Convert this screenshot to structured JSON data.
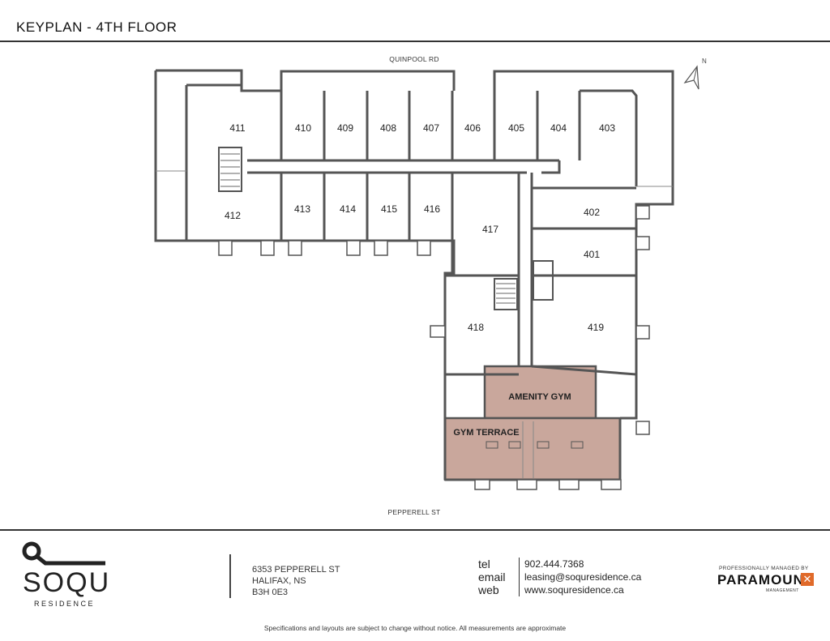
{
  "header": {
    "title": "KEYPLAN - 4TH FLOOR"
  },
  "plan": {
    "streets": {
      "north": "QUINPOOL RD",
      "south": "PEPPERELL ST"
    },
    "units": [
      "411",
      "410",
      "409",
      "408",
      "407",
      "406",
      "405",
      "404",
      "403",
      "412",
      "413",
      "414",
      "415",
      "416",
      "417",
      "402",
      "401",
      "418",
      "419"
    ],
    "amenities": {
      "gym": "AMENITY GYM",
      "terrace": "GYM TERRACE"
    },
    "highlight_color": "#c9a79c",
    "compass": "N"
  },
  "footer": {
    "logo": {
      "word": "SOQU",
      "sub": "RESIDENCE"
    },
    "address": [
      "6353 PEPPERELL ST",
      "HALIFAX, NS",
      "B3H 0E3"
    ],
    "contact_keys": [
      "tel",
      "email",
      "web"
    ],
    "contact_values": [
      "902.444.7368",
      "leasing@soquresidence.ca",
      "www.soquresidence.ca"
    ],
    "management": {
      "small": "PROFESSIONALLY MANAGED BY",
      "name": "PARAMOUNT",
      "sub": "MANAGEMENT",
      "accent": "#e06a2a"
    },
    "disclaimer": "Specifications and layouts are subject to change without notice. All measurements are approximate"
  }
}
